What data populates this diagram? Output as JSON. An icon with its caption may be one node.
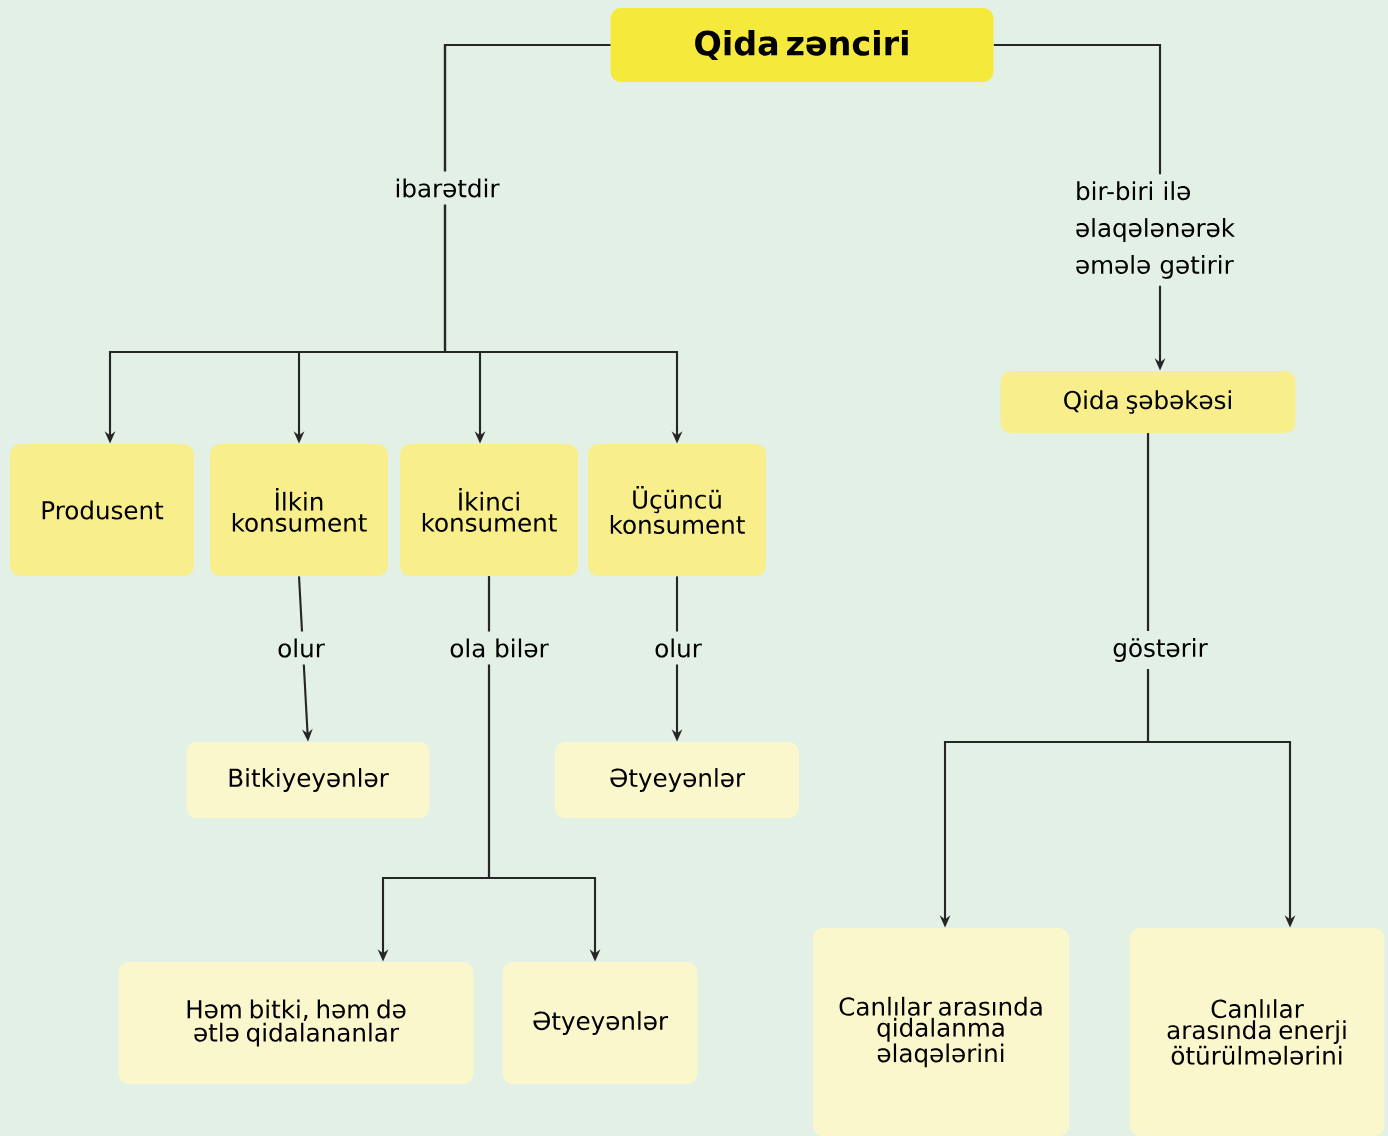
{
  "diagram": {
    "nodes": [
      {
        "text": [
          "Qida zənciri"
        ]
      },
      {
        "text": [
          "Produsent"
        ]
      },
      {
        "text": [
          "İlkin konsument"
        ]
      },
      {
        "text": [
          "İkinci konsument"
        ]
      },
      {
        "text": [
          "Üçüncü konsument"
        ]
      },
      {
        "text": [
          "Qida şəbəkəsi"
        ]
      },
      {
        "text": [
          "Bitkiyeyənlər"
        ]
      },
      {
        "text": [
          "Ətyeyənlər"
        ]
      },
      {
        "text": [
          "Həm bitki, həm də ətlə qidalananlar"
        ]
      },
      {
        "text": [
          "Ətyeyənlər"
        ]
      },
      {
        "text": [
          "Canlılar arasında qidalanma əlaqələrini"
        ]
      },
      {
        "text": [
          "Canlılar arasında enerji ötürülmələrini"
        ]
      }
    ],
    "edges": [
      {
        "from": 0,
        "to": 1,
        "arrow": "to",
        "label": "ibarətdir"
      },
      {
        "from": 0,
        "to": 2,
        "arrow": "to"
      },
      {
        "from": 0,
        "to": 3,
        "arrow": "to"
      },
      {
        "from": 0,
        "to": 4,
        "arrow": "to"
      },
      {
        "from": 0,
        "to": 5,
        "arrow": "to",
        "label": "bir-biri ilə əlaqələnərək əmələ gətirir"
      },
      {
        "from": 2,
        "to": 6,
        "arrow": "to",
        "label": "olur"
      },
      {
        "from": 4,
        "to": 7,
        "arrow": "to",
        "label": "olur"
      },
      {
        "from": 3,
        "to": 8,
        "arrow": "to",
        "label": "ola bilər"
      },
      {
        "from": 3,
        "to": 9,
        "arrow": "to"
      },
      {
        "from": 5,
        "to": 10,
        "arrow": "to",
        "label": "göstərir"
      },
      {
        "from": 5,
        "to": 11,
        "arrow": "to"
      }
    ]
  }
}
